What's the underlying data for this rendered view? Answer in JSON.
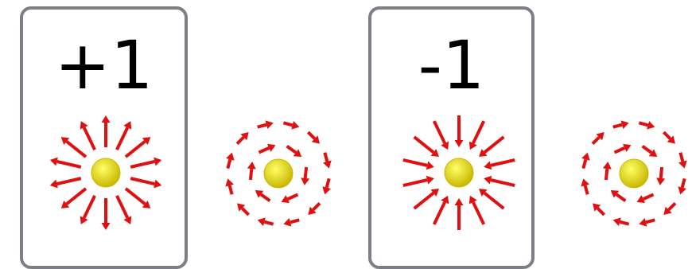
{
  "cards": [
    {
      "label": "+1"
    },
    {
      "label": "-1"
    }
  ],
  "glyphs": [
    {
      "kind": "radial-outward",
      "icon": "outward-field-arrows-icon"
    },
    {
      "kind": "vortex",
      "icon": "circular-field-arrows-icon"
    },
    {
      "kind": "radial-inward",
      "icon": "inward-field-arrows-icon"
    },
    {
      "kind": "vortex",
      "icon": "circular-field-arrows-icon"
    }
  ],
  "colors": {
    "arrow": "#e01010",
    "sphere_center": "#ffff66",
    "sphere_edge": "#c9b800",
    "card_border": "#7c7f85"
  }
}
